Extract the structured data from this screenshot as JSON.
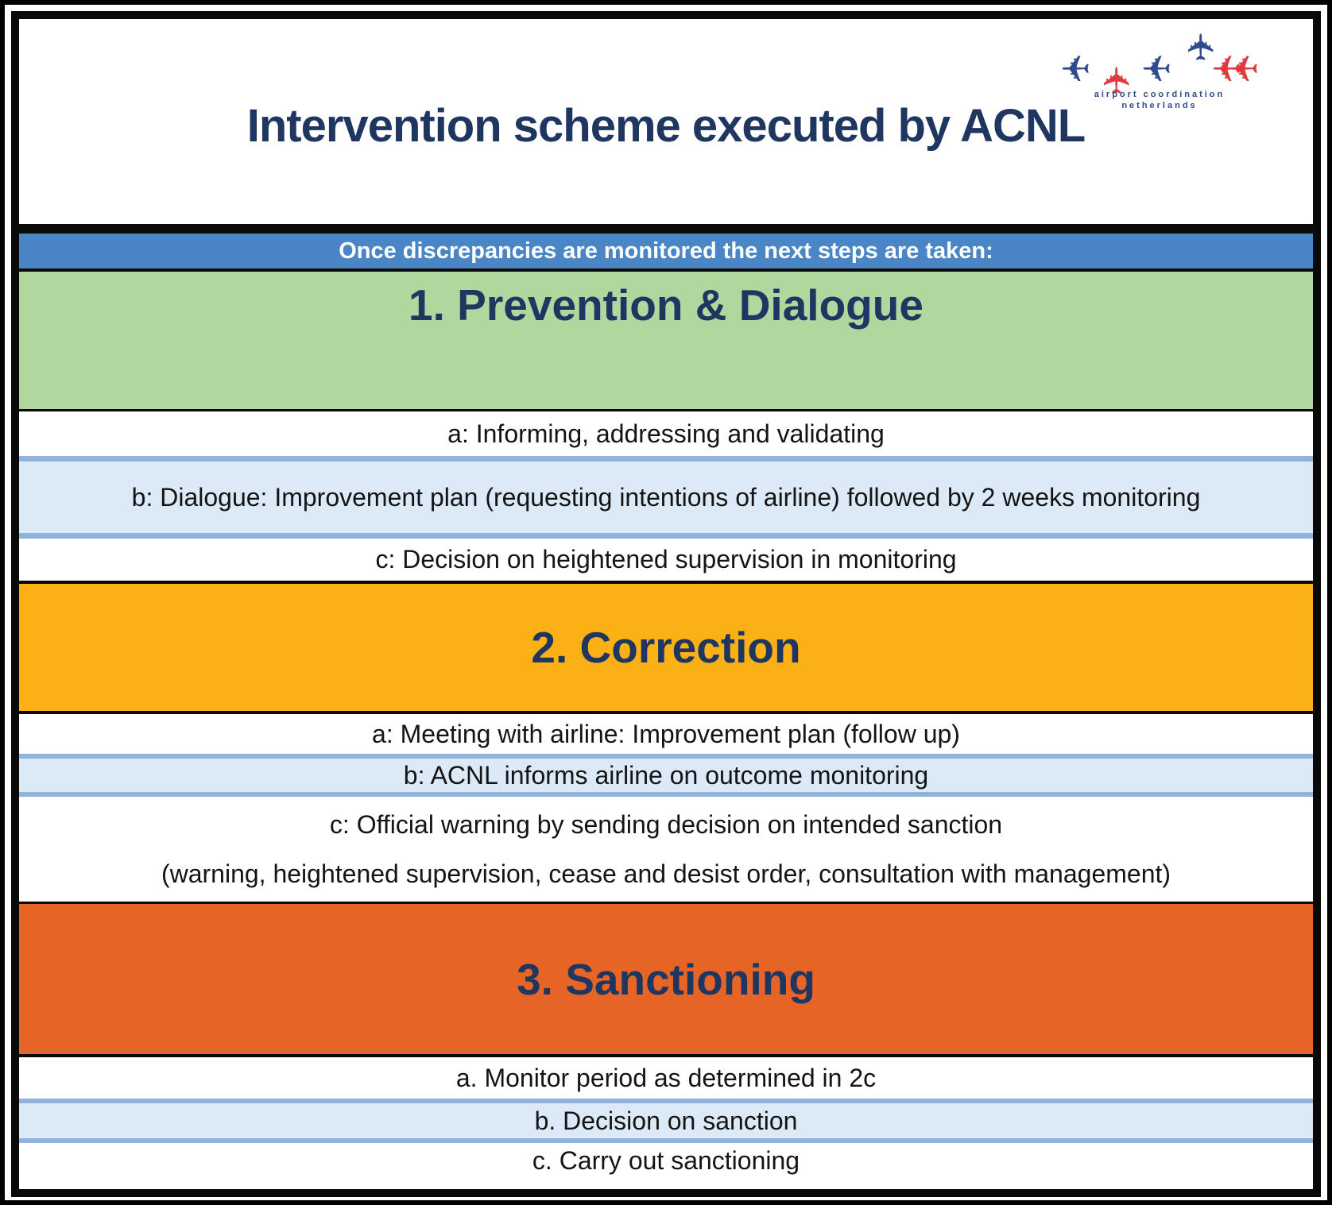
{
  "title": "Intervention scheme executed by ACNL",
  "logo": {
    "line1": "airport coordination",
    "line2": "netherlands"
  },
  "banner": "Once discrepancies are monitored the next steps are taken:",
  "phases": [
    {
      "heading": "1. Prevention & Dialogue",
      "steps": [
        "a: Informing, addressing and validating",
        "b: Dialogue: Improvement plan (requesting intentions of airline) followed by 2 weeks monitoring",
        "c: Decision on heightened supervision in monitoring"
      ]
    },
    {
      "heading": "2. Correction",
      "steps": [
        "a: Meeting with airline: Improvement plan (follow up)",
        "b: ACNL informs airline on outcome monitoring",
        "c: Official warning by sending decision on intended sanction",
        "(warning, heightened supervision, cease and desist order, consultation with management)"
      ]
    },
    {
      "heading": "3. Sanctioning",
      "steps": [
        "a. Monitor period as determined in 2c",
        "b. Decision on sanction",
        "c. Carry out sanctioning"
      ]
    }
  ],
  "colors": {
    "heading_navy": "#1F3660",
    "banner_blue": "#4A86C6",
    "phase1_green": "#B1D69E",
    "phase2_yellow": "#FBB116",
    "phase3_orange": "#E66425",
    "step_blue_fill": "#DCE9F6",
    "step_blue_border": "#8FB3DC",
    "logo_blue": "#2E4B8F",
    "logo_red": "#E03A3E",
    "frame_black": "#0A0A0A"
  }
}
